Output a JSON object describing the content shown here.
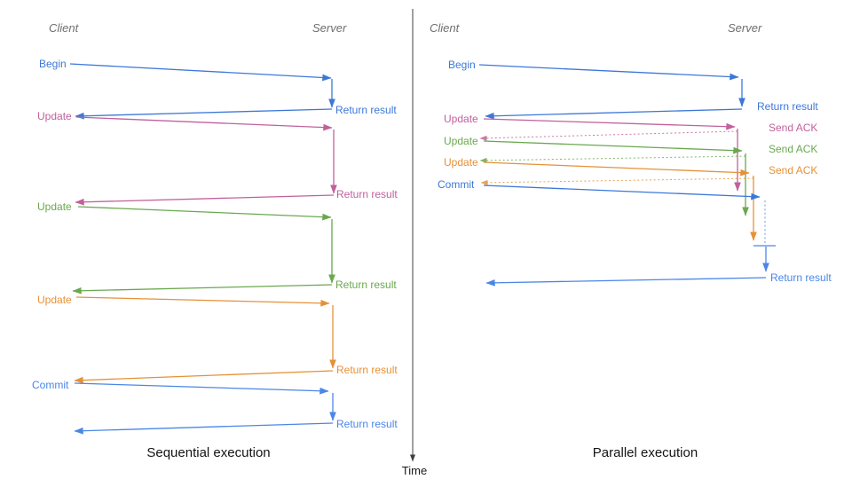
{
  "panels": {
    "sequential": {
      "title": "Sequential execution",
      "client_header": "Client",
      "server_header": "Server",
      "operations": [
        {
          "request": "Begin",
          "response": "Return result",
          "color": "#3c78d8"
        },
        {
          "request": "Update",
          "response": "Return result",
          "color": "#c2609c"
        },
        {
          "request": "Update",
          "response": "Return result",
          "color": "#6aa84f"
        },
        {
          "request": "Update",
          "response": "Return result",
          "color": "#e69138"
        },
        {
          "request": "Commit",
          "response": "Return result",
          "color": "#4a86e8"
        }
      ]
    },
    "parallel": {
      "title": "Parallel execution",
      "client_header": "Client",
      "server_header": "Server",
      "operations": [
        {
          "request": "Begin",
          "response": "Return result",
          "color": "#3c78d8"
        },
        {
          "request": "Update",
          "response": "Send ACK",
          "color": "#c2609c"
        },
        {
          "request": "Update",
          "response": "Send ACK",
          "color": "#6aa84f"
        },
        {
          "request": "Update",
          "response": "Send ACK",
          "color": "#e69138"
        },
        {
          "request": "Commit",
          "response": "Return result",
          "color": "#4a86e8"
        }
      ]
    }
  },
  "time_axis": {
    "label": "Time"
  },
  "colors": {
    "blue": "#3c78d8",
    "light_blue": "#4a86e8",
    "pink": "#c2609c",
    "green": "#6aa84f",
    "orange": "#e69138",
    "header_gray": "#6e6e6e",
    "axis_dark": "#404040"
  }
}
